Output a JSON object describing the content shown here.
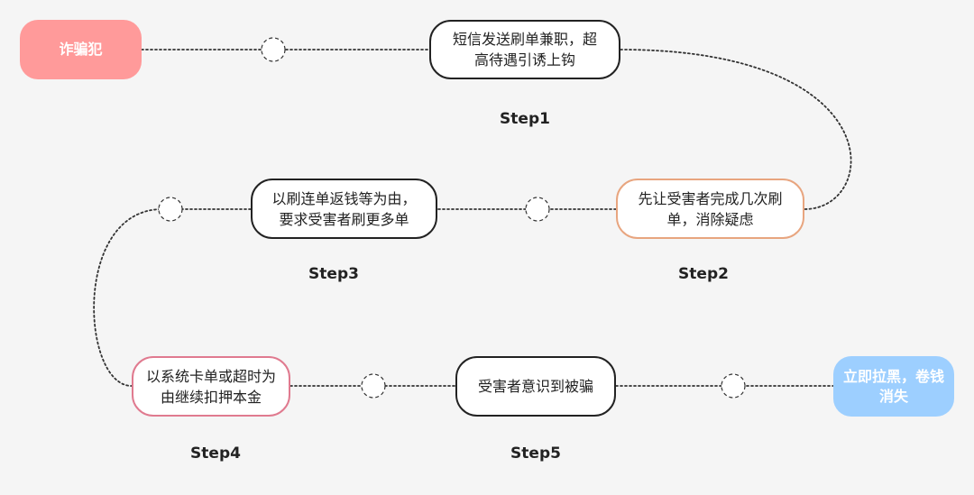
{
  "colors": {
    "background": "#f5f5f5",
    "scammer_fill": "#ff9a9a",
    "result_fill": "#9dcfff",
    "dark_border": "#222222",
    "orange_border": "#e8a57f",
    "pink_border": "#e07a8f",
    "connector": "#333333"
  },
  "start": {
    "label": "诈骗犯"
  },
  "end": {
    "label": "立即拉黑，卷钱消失"
  },
  "steps": [
    {
      "step_label": "Step1",
      "text_line1": "短信发送刷单兼职，超",
      "text_line2": "高待遇引诱上钩"
    },
    {
      "step_label": "Step2",
      "text_line1": "先让受害者完成几次刷",
      "text_line2": "单，消除疑虑"
    },
    {
      "step_label": "Step3",
      "text_line1": "以刷连单返钱等为由，",
      "text_line2": "要求受害者刷更多单"
    },
    {
      "step_label": "Step4",
      "text_line1": "以系统卡单或超时为",
      "text_line2": "由继续扣押本金"
    },
    {
      "step_label": "Step5",
      "text_line1": "受害者意识到被骗"
    }
  ]
}
